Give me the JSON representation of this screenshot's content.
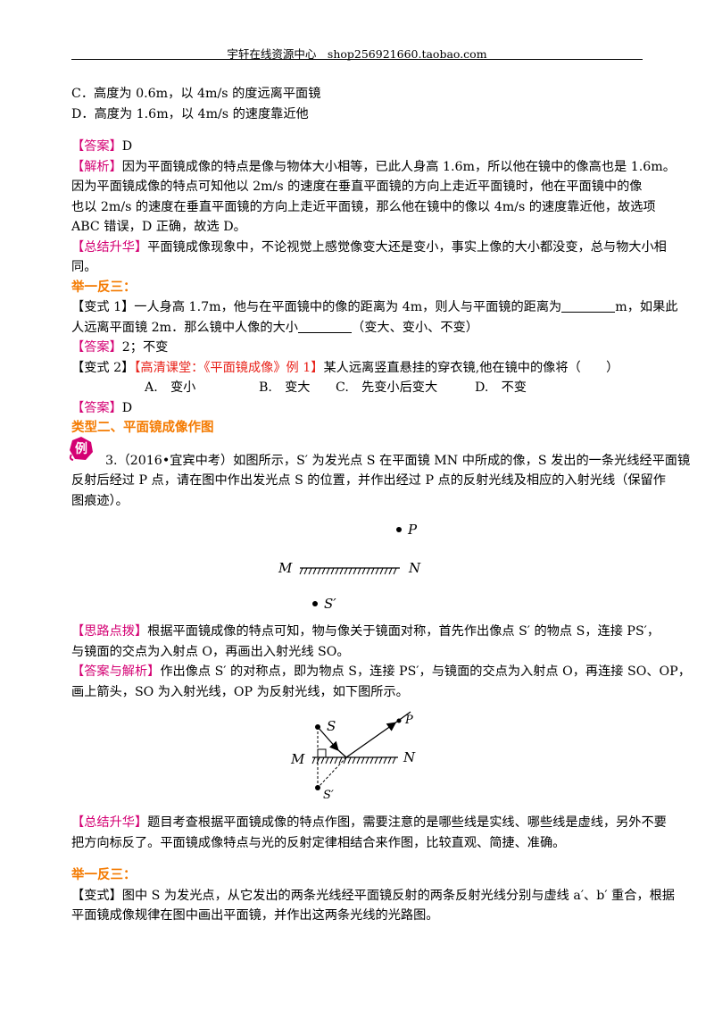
{
  "header": {
    "text": "宇轩在线资源中心　shop256921660.taobao.com"
  },
  "lines": {
    "optC": "C．高度为 0.6m，以 4m/s 的度远离平面镜",
    "optD": "D．高度为 1.6m，以 4m/s 的速度靠近他",
    "ans1_tag": "【答案】",
    "ans1_text": "D",
    "exp1_tag": "【解析】",
    "exp1_l1": "因为平面镜成像的特点是像与物体大小相等，已此人身高 1.6m，所以他在镜中的像高也是 1.6m。",
    "exp1_l2": "因为平面镜成像的特点可知他以 2m/s 的速度在垂直平面镜的方向上走近平面镜时，他在平面镜中的像",
    "exp1_l3": "也以 2m/s 的速度在垂直平面镜的方向上走近平面镜，那么他在镜中的像以 4m/s 的速度靠近他，故选项",
    "exp1_l4": "ABC 错误，D 正确，故选 D。",
    "sum1_tag": "【总结升华】",
    "sum1_l1": "平面镜成像现象中，不论视觉上感觉像变大还是变小，事实上像的大小都没变，总与物大小相",
    "sum1_l2": "同。",
    "heading1": "举一反三：",
    "var1_a": "【变式 1】一人身高 1.7m，他与在平面镜中的像的距离为 4m，则人与平面镜的距离为",
    "var1_b": "m，如果此",
    "var1_c": "人远离平面镜 2m．那么镜中人像的大小",
    "var1_d": "（变大、变小、不变）",
    "ans2_tag": "【答案】",
    "ans2_text": "2；不变",
    "var2_a": "【变式 2】",
    "var2_tag": "【高清课堂：《平面镜成像》例 1】",
    "var2_b": "某人远离竖直悬挂的穿衣镜,他在镜中的像将（　　）",
    "var2_optA": "A.　变小",
    "var2_optB": "B.　变大",
    "var2_optC": "C.　先变小后变大",
    "var2_optD": "D.　不变",
    "ans3_tag": "【答案】",
    "ans3_text": "D",
    "type2": "类型二、平面镜成像作图",
    "badge": "例",
    "q3_l1": "3.（2016•宜宾中考）如图所示，S′ 为发光点 S 在平面镜 MN 中所成的像，S 发出的一条光线经平面镜",
    "q3_l2": "反射后经过 P 点，请在图中作出发光点 S 的位置，并作出经过 P 点的反射光线及相应的入射光线（保留作",
    "q3_l3": "图痕迹）。",
    "hint_tag": "【思路点拨】",
    "hint_l1": "根据平面镜成像的特点可知，物与像关于镜面对称，首先作出像点 S′ 的物点 S，连接 PS′，",
    "hint_l2": "与镜面的交点为入射点 O，再画出入射光线 SO。",
    "ansexp_tag": "【答案与解析】",
    "ansexp_l1": "作出像点 S′ 的对称点，即为物点 S，连接 PS′，与镜面的交点为入射点 O，再连接 SO、OP，",
    "ansexp_l2": "画上箭头，SO 为入射光线，OP 为反射光线，如下图所示。",
    "sum2_tag": "【总结升华】",
    "sum2_l1": "题目考查根据平面镜成像的特点作图，需要注意的是哪些线是实线、哪些线是虚线，另外不要",
    "sum2_l2": "把方向标反了。平面镜成像特点与光的反射定律相结合来作图，比较直观、简捷、准确。",
    "heading2": "举一反三：",
    "var3_l1": "【变式】图中 S 为发光点，从它发出的两条光线经平面镜反射的两条反射光线分别与虚线 a′、b′ 重合，根据",
    "var3_l2": "平面镜成像规律在图中画出平面镜，并作出这两条光线的光路图。"
  },
  "figure1": {
    "P": "P",
    "M": "M",
    "N": "N",
    "S_prime": "S′"
  },
  "figure2": {
    "S": "S",
    "P": "P",
    "M": "M",
    "N": "N",
    "S_prime": "S′"
  },
  "colors": {
    "tag": "#d40073",
    "red": "#e8231b",
    "orange": "#f47a00"
  }
}
